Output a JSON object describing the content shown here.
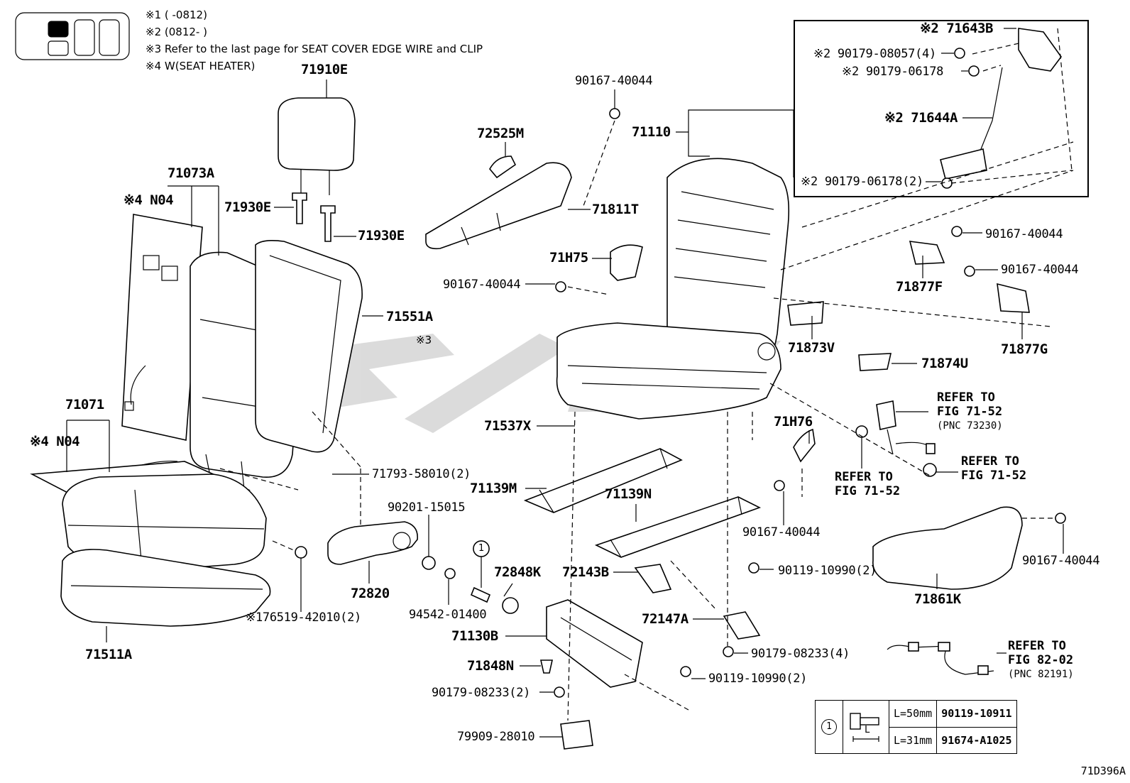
{
  "notes": {
    "n1": "※1 (      -0812)",
    "n2": "※2 (0812-      )",
    "n3": "※3 Refer to the last page for SEAT COVER EDGE WIRE and CLIP",
    "n4": "※4 W(SEAT HEATER)"
  },
  "labels": {
    "p71910E": "71910E",
    "p71073A": "71073A",
    "n04a": "※4 N04",
    "p71930E_1": "71930E",
    "p71930E_2": "71930E",
    "p71551A": "71551A",
    "m3": "※3",
    "p71071": "71071",
    "n04b": "※4 N04",
    "p71793": "71793-58010(2)",
    "p90201": "90201-15015",
    "p72820": "72820",
    "p94542": "94542-01400",
    "p72848K": "72848K",
    "p76519": "※176519-42010(2)",
    "p71511A": "71511A",
    "p72525M": "72525M",
    "p90167_top": "90167-40044",
    "p71110": "71110",
    "p71811T": "71811T",
    "p71H75": "71H75",
    "p90167_mid": "90167-40044",
    "p71537X": "71537X",
    "p71139M": "71139M",
    "p71139N": "71139N",
    "p72143B": "72143B",
    "p71130B": "71130B",
    "p71848N": "71848N",
    "p90179_2": "90179-08233(2)",
    "p79909": "79909-28010",
    "p72147A": "72147A",
    "p90119_a": "90119-10990(2)",
    "p90179_4": "90179-08233(4)",
    "p90119_b": "90119-10990(2)",
    "p71H76": "71H76",
    "p90167_h76": "90167-40044",
    "p71873V": "71873V",
    "p71874U": "71874U",
    "p71643B": "※2 71643B",
    "p90179_08057": "※2 90179-08057(4)",
    "p90179_06178": "※2 90179-06178",
    "p71644A": "※2 71644A",
    "p90179_06178_2": "※2 90179-06178(2)",
    "p90167_r1": "90167-40044",
    "p90167_r2": "90167-40044",
    "p71877F": "71877F",
    "p71877G": "71877G",
    "p71861K": "71861K",
    "p90167_r3": "90167-40044",
    "circle1": "1"
  },
  "refs": {
    "r1": "REFER TO",
    "r1b": "FIG 71-52",
    "r1c": "(PNC 73230)",
    "r2": "REFER TO",
    "r2b": "FIG 71-52",
    "r3": "REFER TO",
    "r3b": "FIG 71-52",
    "r4": "REFER TO",
    "r4b": "FIG 82-02",
    "r4c": "(PNC 82191)"
  },
  "legend": {
    "index": "1",
    "rows": [
      {
        "length": "L=50mm",
        "part": "90119-10911"
      },
      {
        "length": "L=31mm",
        "part": "91674-A1025"
      }
    ],
    "dim_label": "L"
  },
  "figure_code": "71D396A"
}
